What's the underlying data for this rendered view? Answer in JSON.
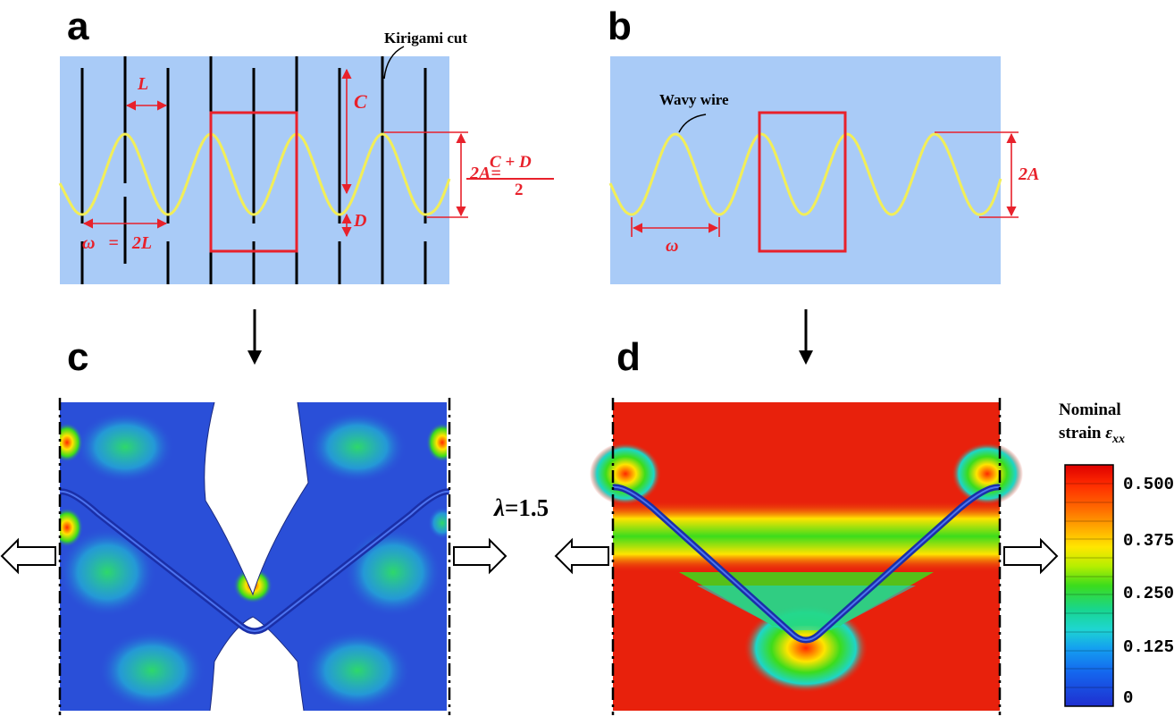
{
  "panels": {
    "a": {
      "letter": "a",
      "kirigami_label": "Kirigami cut",
      "labels": {
        "L": "L",
        "C": "C",
        "D": "D",
        "omega_eq_lhs": "ω",
        "omega_eq_eq": "=",
        "omega_eq_rhs": "2L",
        "amp_lhs": "2A=",
        "amp_num": "C + D",
        "amp_den": "2"
      }
    },
    "b": {
      "letter": "b",
      "wavy_label": "Wavy wire",
      "labels": {
        "omega": "ω",
        "amp": "2A"
      }
    },
    "c": {
      "letter": "c"
    },
    "d": {
      "letter": "d"
    },
    "stretch": {
      "lambda_symbol": "λ",
      "lambda_value": "=1.5"
    },
    "colorbar": {
      "title_line1": "Nominal",
      "title_line2": "strain",
      "symbol": "ε",
      "subscript": "xx",
      "ticks": [
        "0.500",
        "0.375",
        "0.250",
        "0.125",
        "0"
      ],
      "colors": [
        "#dd0000",
        "#ff3b00",
        "#ff7a00",
        "#ffb300",
        "#ffe800",
        "#cdf000",
        "#8ce800",
        "#3cdc1c",
        "#18d67a",
        "#1ed6c8",
        "#14a9f0",
        "#1473f0",
        "#1a46e6",
        "#1f2fd0"
      ]
    },
    "colors": {
      "substrate": "#a9cbf7",
      "wire": "#f2ee58",
      "dimension": "#e8212b",
      "strain_low": "#2a4fd8",
      "strain_high": "#e8210c"
    }
  }
}
